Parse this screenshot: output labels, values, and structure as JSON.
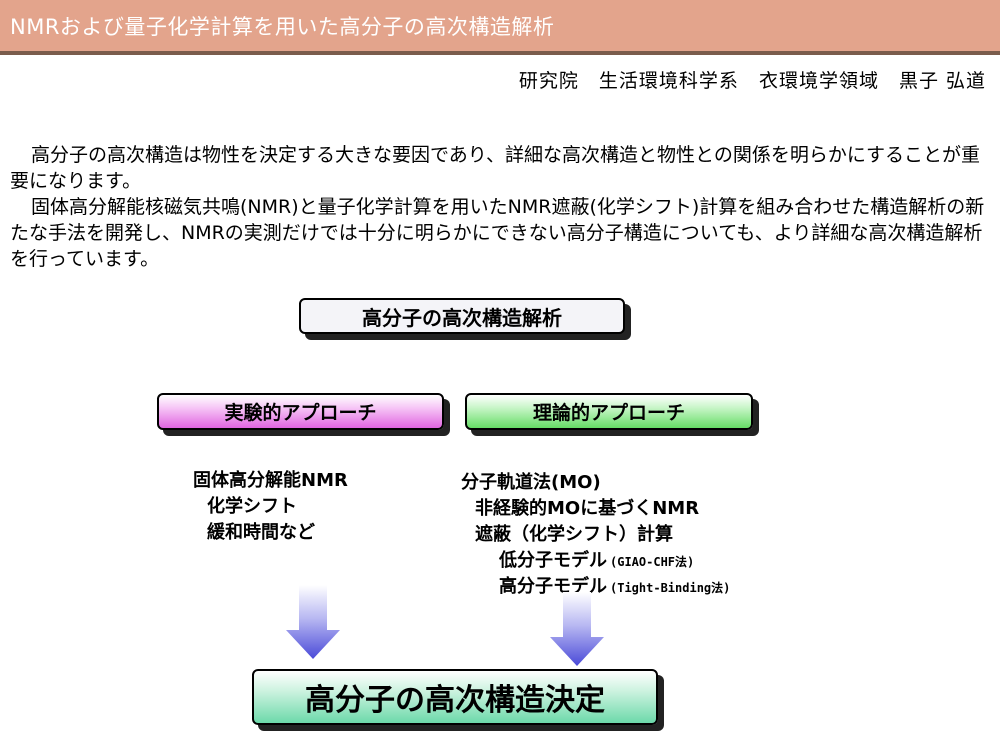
{
  "header": {
    "title": "NMRおよび量子化学計算を用いた高分子の高次構造解析"
  },
  "byline": {
    "school": "研究院",
    "department": "生活環境科学系",
    "field": "衣環境学領域",
    "author": "黒子 弘道"
  },
  "intro": {
    "paragraph1": "高分子の高次構造は物性を決定する大きな要因であり、詳細な高次構造と物性との関係を明らかにすることが重要になります。",
    "paragraph2": "固体高分解能核磁気共鳴(NMR)と量子化学計算を用いたNMR遮蔽(化学シフト)計算を組み合わせた構造解析の新たな手法を開発し、NMRの実測だけでは十分に明らかにできない高分子構造についても、より詳細な高次構造解析を行っています。"
  },
  "diagram": {
    "main_title": "高分子の高次構造解析",
    "experimental": {
      "label": "実験的アプローチ",
      "items": [
        "固体高分解能NMR",
        "化学シフト",
        "緩和時間など"
      ]
    },
    "theoretical": {
      "label": "理論的アプローチ",
      "items": [
        {
          "text": "分子軌道法(MO)",
          "note": ""
        },
        {
          "text": "非経験的MOに基づくNMR",
          "note": ""
        },
        {
          "text": "遮蔽（化学シフト）計算",
          "note": ""
        },
        {
          "text": "低分子モデル",
          "note": "(GIAO-CHF法)"
        },
        {
          "text": "高分子モデル",
          "note": "(Tight-Binding法)"
        }
      ]
    },
    "result": "高分子の高次構造決定",
    "colors": {
      "header_bg": "#e3a48c",
      "experimental_box": "#e066e0",
      "theoretical_box": "#66dd66",
      "result_box": "#6cd9aa",
      "arrow": "#4a4ad8"
    }
  }
}
